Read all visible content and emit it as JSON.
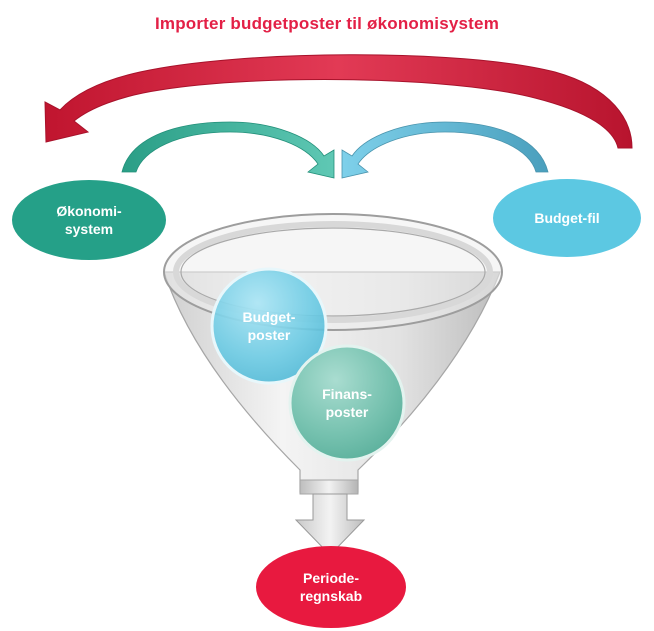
{
  "title": "Importer budgetposter til økonomisystem",
  "nodes": {
    "okonomi": "Økonomi-\nsystem",
    "budgetfil": "Budget-fil",
    "budgetposter": "Budget-\nposter",
    "finansposter": "Finans-\nposter",
    "periode": "Periode-\nregnskab"
  },
  "colors": {
    "title": "#e32046",
    "okonomi": "#25a088",
    "budgetfil": "#5cc8e2",
    "budgetposter": "#6fcde6",
    "finansposter": "#6cbeac",
    "periode": "#e8193f",
    "big_arrow": "#c8193a",
    "teal_arrow": "#2aa38c",
    "blue_arrow": "#5aaac4"
  }
}
